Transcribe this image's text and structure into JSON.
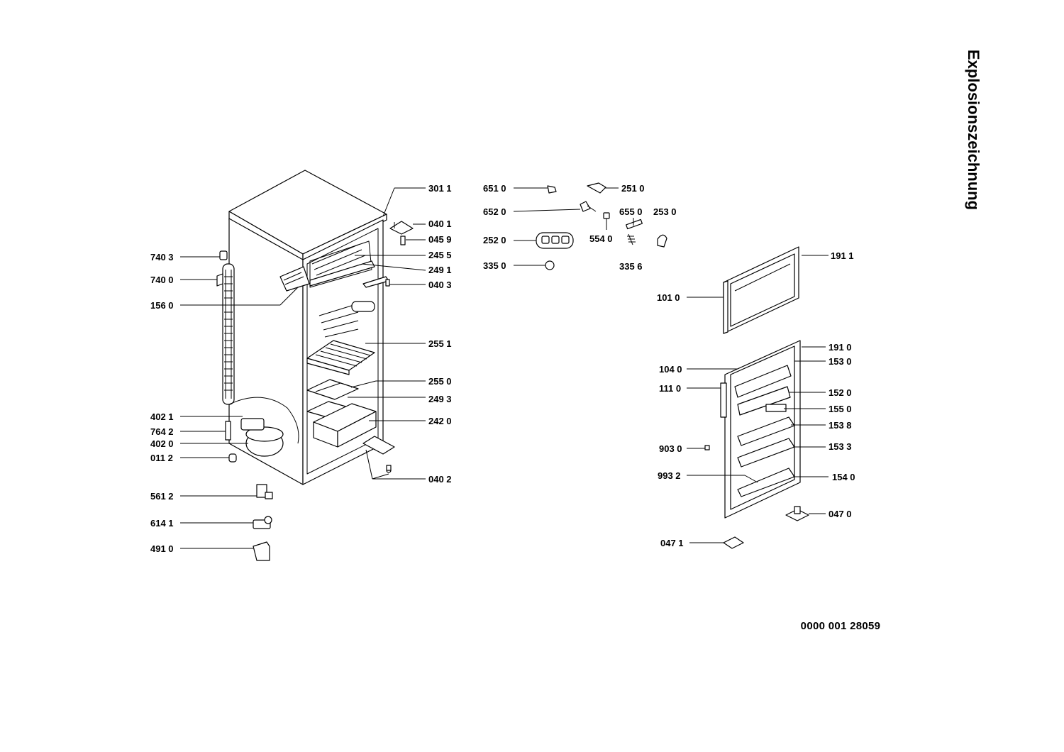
{
  "title": "Explosionszeichnung",
  "document_number": "0000  001 28059",
  "part_labels": {
    "p3011": "301 1",
    "p0401": "040 1",
    "p0459": "045 9",
    "p2455": "245 5",
    "p2491": "249 1",
    "p0403": "040 3",
    "p7403": "740 3",
    "p7400": "740 0",
    "p1560": "156 0",
    "p2551": "255 1",
    "p2550": "255 0",
    "p2493": "249 3",
    "p2420": "242 0",
    "p4021": "402 1",
    "p7642": "764 2",
    "p4020": "402 0",
    "p0112": "011 2",
    "p0402": "040 2",
    "p5612": "561 2",
    "p6141": "614 1",
    "p4910": "491 0",
    "p6510": "651 0",
    "p2510": "251 0",
    "p6520": "652 0",
    "p6550": "655 0",
    "p2530": "253 0",
    "p2520": "252 0",
    "p5540": "554 0",
    "p3350": "335 0",
    "p3356": "335 6",
    "p1911": "191 1",
    "p1010": "101 0",
    "p1910": "191 0",
    "p1040": "104 0",
    "p1530": "153 0",
    "p1110": "111 0",
    "p1520": "152 0",
    "p1550": "155 0",
    "p1538": "153 8",
    "p9030": "903 0",
    "p1533": "153 3",
    "p9932": "993 2",
    "p1540": "154 0",
    "p0470": "047 0",
    "p0471": "047 1"
  }
}
